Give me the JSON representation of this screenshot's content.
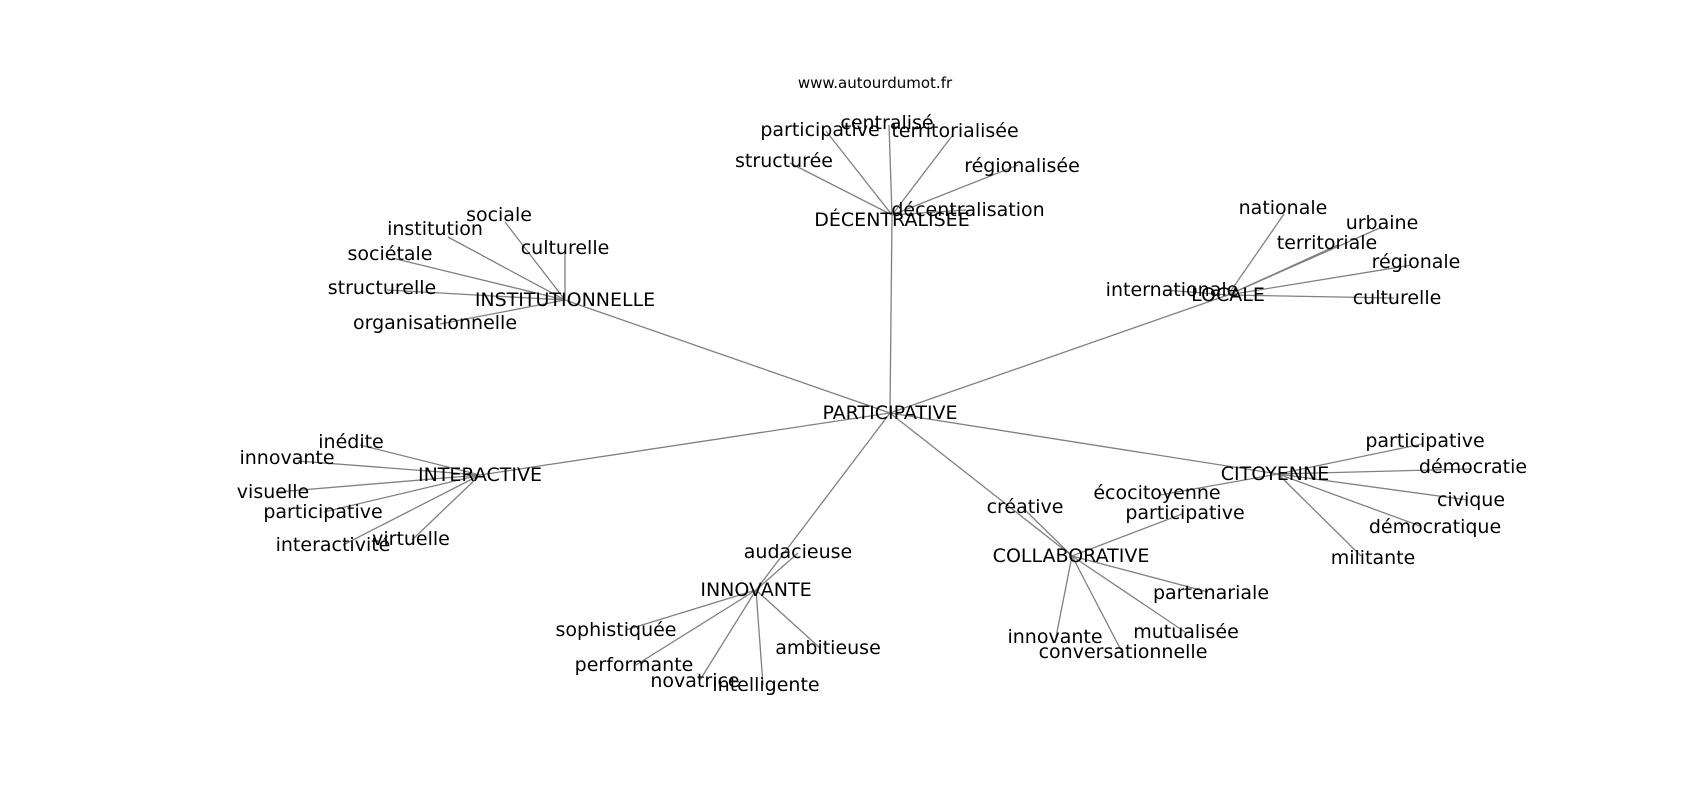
{
  "source": "www.autourdumot.fr",
  "root": "PARTICIPATIVE",
  "clusters": [
    {
      "label": "DÉCENTRALISÉE",
      "terms": [
        "structurée",
        "participative",
        "centralisé",
        "territorialisée",
        "régionalisée",
        "décentralisation"
      ]
    },
    {
      "label": "INSTITUTIONNELLE",
      "terms": [
        "sociale",
        "institution",
        "culturelle",
        "sociétale",
        "structurelle",
        "organisationnelle"
      ]
    },
    {
      "label": "LOCALE",
      "terms": [
        "nationale",
        "urbaine",
        "territoriale",
        "régionale",
        "internationale",
        "culturelle"
      ]
    },
    {
      "label": "INTERACTIVE",
      "terms": [
        "inédite",
        "innovante",
        "visuelle",
        "participative",
        "interactivité",
        "virtuelle"
      ]
    },
    {
      "label": "CITOYENNE",
      "terms": [
        "participative",
        "démocratie",
        "écocitoyenne",
        "civique",
        "démocratique",
        "militante"
      ]
    },
    {
      "label": "INNOVANTE",
      "terms": [
        "audacieuse",
        "sophistiquée",
        "performante",
        "ambitieuse",
        "novatrice",
        "intelligente"
      ]
    },
    {
      "label": "COLLABORATIVE",
      "terms": [
        "créative",
        "participative",
        "partenariale",
        "innovante",
        "mutualisée",
        "conversationnelle"
      ]
    }
  ]
}
